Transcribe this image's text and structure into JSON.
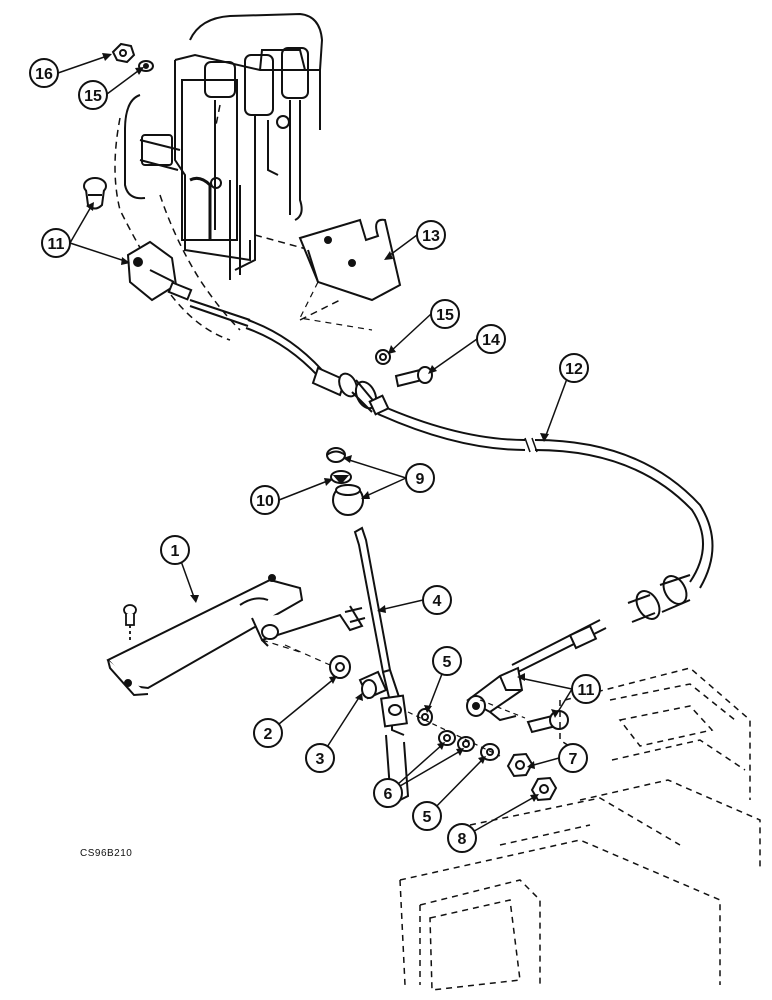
{
  "drawing_code": "CS96B210",
  "colors": {
    "ink": "#111111",
    "paper": "#ffffff",
    "shade": "#555555"
  },
  "callouts": [
    {
      "id": "c16a",
      "label": "16"
    },
    {
      "id": "c15a",
      "label": "15"
    },
    {
      "id": "c11a",
      "label": "11"
    },
    {
      "id": "c13",
      "label": "13"
    },
    {
      "id": "c15b",
      "label": "15"
    },
    {
      "id": "c14",
      "label": "14"
    },
    {
      "id": "c12",
      "label": "12"
    },
    {
      "id": "c9",
      "label": "9"
    },
    {
      "id": "c10",
      "label": "10"
    },
    {
      "id": "c1",
      "label": "1"
    },
    {
      "id": "c4",
      "label": "4"
    },
    {
      "id": "c5a",
      "label": "5"
    },
    {
      "id": "c11b",
      "label": "11"
    },
    {
      "id": "c2",
      "label": "2"
    },
    {
      "id": "c3",
      "label": "3"
    },
    {
      "id": "c7",
      "label": "7"
    },
    {
      "id": "c6",
      "label": "6"
    },
    {
      "id": "c5b",
      "label": "5"
    },
    {
      "id": "c8",
      "label": "8"
    }
  ]
}
